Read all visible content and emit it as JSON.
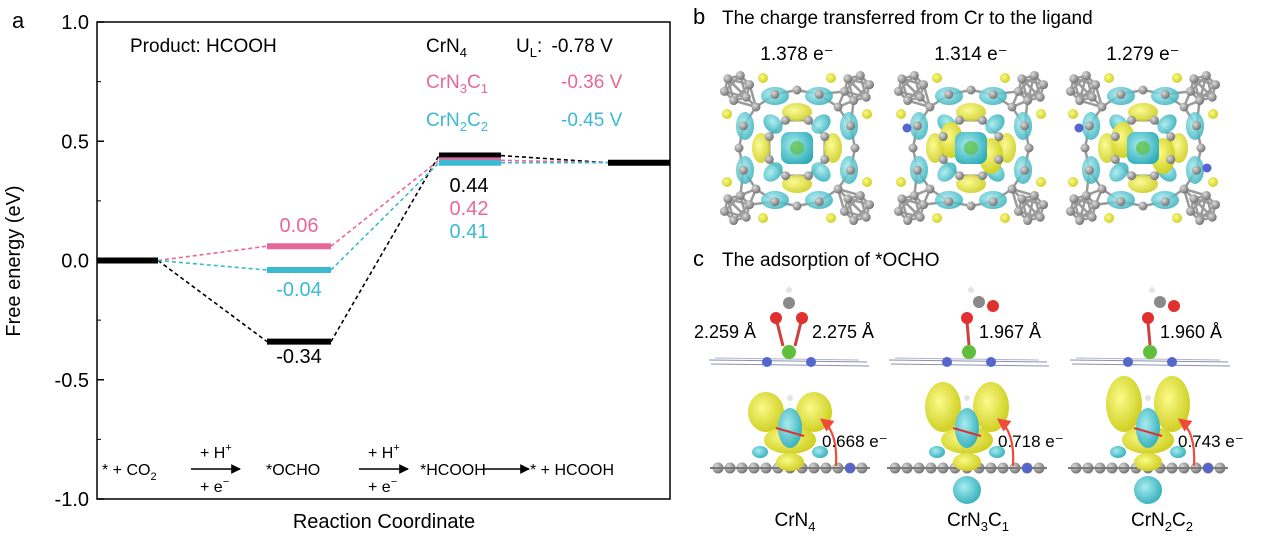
{
  "panel_a": {
    "letter": "a",
    "product_label": "Product: HCOOH",
    "limiting_potential": {
      "symbol": "U",
      "sub": "L",
      "sep": ":",
      "rows": [
        {
          "name": "CrN",
          "subs": [
            "4"
          ],
          "value": "-0.78 V",
          "color": "#000000"
        },
        {
          "name": "CrN",
          "subs": [
            "3",
            "C",
            "1"
          ],
          "value": "-0.36 V",
          "color": "#e8679a"
        },
        {
          "name": "CrN",
          "subs": [
            "2",
            "C",
            "2"
          ],
          "value": "-0.45 V",
          "color": "#3cb9d2"
        }
      ]
    },
    "steps": {
      "s1": "* + CO",
      "s1_sub": "2",
      "s2": "*OCHO",
      "s3": "*HCOOH",
      "s4": "* + HCOOH",
      "arrow_top": "+ H",
      "arrow_top_sup": "+",
      "arrow_bottom": "+ e",
      "arrow_bottom_sup": "−"
    }
  },
  "chart_data": {
    "type": "line",
    "xlabel": "Reaction Coordinate",
    "ylabel": "Free energy (eV)",
    "ylim": [
      -1.0,
      1.0
    ],
    "yticks": [
      "-1.0",
      "-0.5",
      "0.0",
      "0.5",
      "1.0"
    ],
    "ytick_values": [
      -1.0,
      -0.5,
      0.0,
      0.5,
      1.0
    ],
    "grid": false,
    "x_steps": [
      0,
      1,
      2,
      3
    ],
    "series": [
      {
        "name": "CrN4",
        "color": "#000000",
        "values": [
          0.0,
          -0.34,
          0.44,
          0.41
        ],
        "labels": [
          "",
          "-0.34",
          "0.44",
          ""
        ]
      },
      {
        "name": "CrN3C1",
        "color": "#e8679a",
        "values": [
          0.0,
          0.06,
          0.42,
          0.41
        ],
        "labels": [
          "",
          "0.06",
          "0.42",
          ""
        ]
      },
      {
        "name": "CrN2C2",
        "color": "#3cb9d2",
        "values": [
          0.0,
          -0.04,
          0.41,
          0.41
        ],
        "labels": [
          "",
          "-0.04",
          "0.41",
          ""
        ]
      }
    ]
  },
  "panel_b": {
    "letter": "b",
    "title": "The charge transferred from Cr to the ligand",
    "charges": [
      "1.378 e⁻",
      "1.314 e⁻",
      "1.279 e⁻"
    ]
  },
  "panel_c": {
    "letter": "c",
    "title": "The adsorption of *OCHO",
    "distances": [
      "2.259 Å",
      "2.275 Å",
      "1.967 Å",
      "1.960 Å"
    ],
    "transfers": [
      "0.668 e⁻",
      "0.718 e⁻",
      "0.743 e⁻"
    ],
    "names": [
      {
        "name": "CrN",
        "subs": [
          "4"
        ]
      },
      {
        "name": "CrN",
        "subs": [
          "3",
          "C",
          "1"
        ]
      },
      {
        "name": "CrN",
        "subs": [
          "2",
          "C",
          "2"
        ]
      }
    ]
  },
  "colors": {
    "pink": "#e8679a",
    "cyan": "#3cb9d2",
    "isosurface_yellow": "#e6e629",
    "isosurface_cyan": "#3cc4cc",
    "atom_grey": "#8a8a8a",
    "atom_green": "#5fbf3a",
    "atom_red": "#e03030",
    "atom_blue": "#5566cc",
    "arrow_red": "#f04a3a"
  }
}
